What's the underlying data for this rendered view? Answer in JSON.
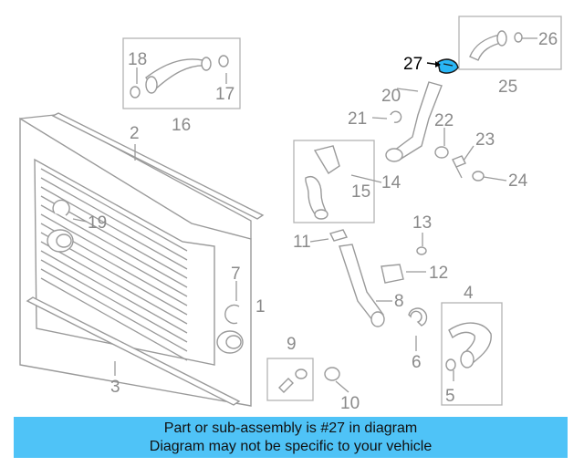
{
  "banner": {
    "line1": "Part or sub-assembly is #27 in diagram",
    "line2": "Diagram may not be specific to your vehicle",
    "background": "#4fc3f7"
  },
  "highlight_color": "#29b6f6",
  "callouts": {
    "c1": "1",
    "c2": "2",
    "c3": "3",
    "c4": "4",
    "c5": "5",
    "c6": "6",
    "c7": "7",
    "c8": "8",
    "c9": "9",
    "c10": "10",
    "c11": "11",
    "c12": "12",
    "c13": "13",
    "c14": "14",
    "c15": "15",
    "c16": "16",
    "c17": "17",
    "c18": "18",
    "c19": "19",
    "c20": "20",
    "c21": "21",
    "c22": "22",
    "c23": "23",
    "c24": "24",
    "c25": "25",
    "c26": "26",
    "c27": "27"
  }
}
